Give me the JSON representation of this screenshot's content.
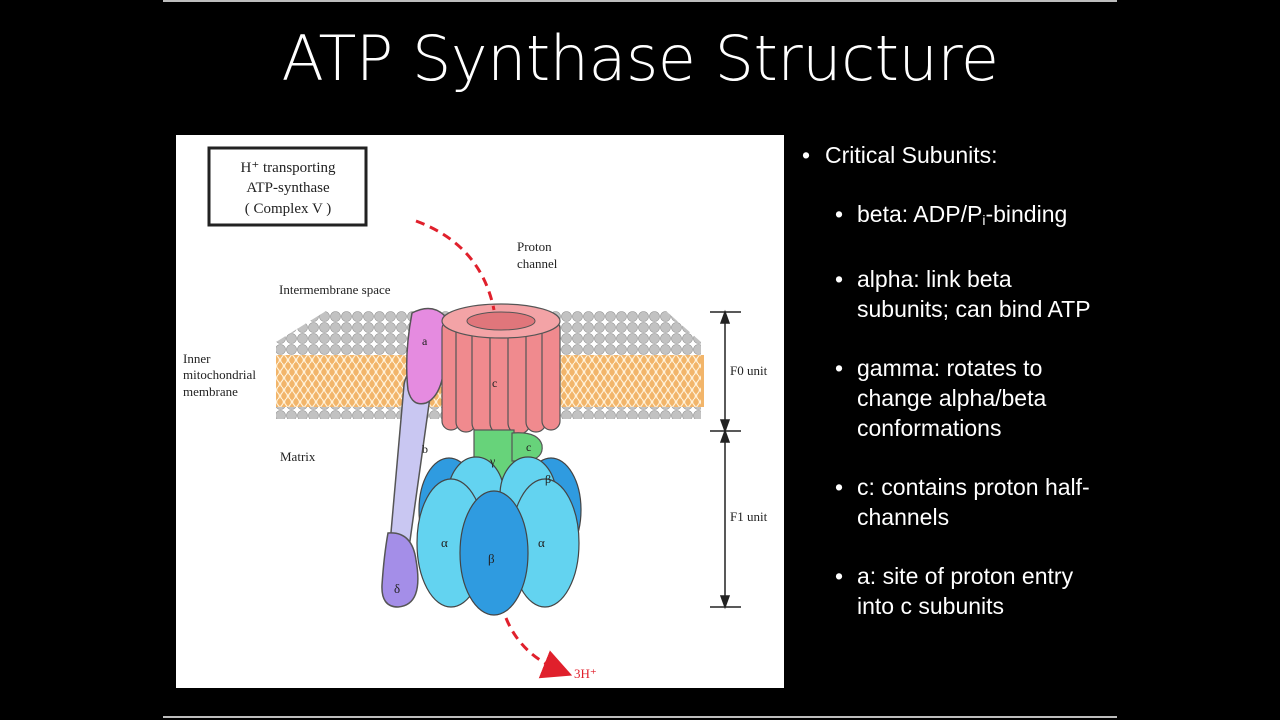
{
  "slide": {
    "title": "ATP Synthase Structure"
  },
  "figure": {
    "box_label": [
      "H⁺ transporting",
      "ATP-synthase",
      "( Complex V )"
    ],
    "proton_channel": [
      "Proton",
      "channel"
    ],
    "intermembrane_space": "Intermembrane space",
    "inner_membrane": [
      "Inner",
      "mitochondrial",
      "membrane"
    ],
    "matrix": "Matrix",
    "f0_unit": "F0 unit",
    "f1_unit": "F1 unit",
    "proton_out": "3H⁺",
    "subunits": {
      "a": "a",
      "b": "b",
      "c": "c",
      "c2": "c",
      "gamma": "γ",
      "beta_top": "β",
      "alpha_left": "α",
      "beta_center": "β",
      "alpha_right": "α",
      "delta": "δ"
    }
  },
  "bullets": {
    "main": "Critical Subunits:",
    "items": [
      {
        "name": "beta",
        "text_pre": "beta: ADP/P",
        "sub": "i",
        "text_post": "-binding"
      },
      {
        "name": "alpha",
        "text": "alpha: link beta subunits; can bind ATP"
      },
      {
        "name": "gamma",
        "text": "gamma: rotates to change alpha/beta conformations"
      },
      {
        "name": "c",
        "text": "c: contains proton half-channels"
      },
      {
        "name": "a",
        "text": "a: site of proton entry into c subunits"
      }
    ]
  },
  "colors": {
    "background": "#000000",
    "text": "#ffffff",
    "membrane_orange": "#f2b56a",
    "lipid_head": "#bdbdbd",
    "c_ring": "#f08a8e",
    "a_subunit": "#e58be0",
    "b_subunit": "#c9c7f2",
    "delta": "#a48ee8",
    "gamma": "#67d37a",
    "alpha": "#63d3f0",
    "beta": "#2f9be0",
    "proton_arrow": "#e0202c"
  }
}
